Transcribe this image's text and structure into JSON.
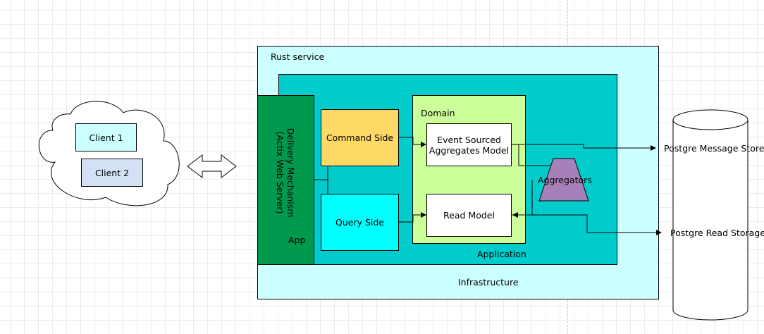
{
  "diagram": {
    "rust_service": "Rust service",
    "infrastructure": "Infrastructure",
    "application": "Application",
    "app": "App",
    "delivery_mechanism_line1": "Delivery Mechanism",
    "delivery_mechanism_line2": "(Actix Web Server)",
    "domain": "Domain",
    "command_side": "Command Side",
    "query_side": "Query Side",
    "event_sourced_line1": "Event Sourced",
    "event_sourced_line2": "Aggregates Model",
    "read_model": "Read Model",
    "aggregators": "Aggregators",
    "postgre_message_store": "Postgre Message Store",
    "postgre_read_storage": "Postgre Read Storage",
    "client_1": "Client 1",
    "client_2": "Client 2"
  },
  "colors": {
    "infrastructure": "#ccffff",
    "application": "#00cccc",
    "delivery": "#00994d",
    "domain": "#ccff99",
    "command": "#ffd966",
    "query": "#00ffff",
    "aggregators": "#a680b8",
    "client2": "#d4e1f5"
  }
}
